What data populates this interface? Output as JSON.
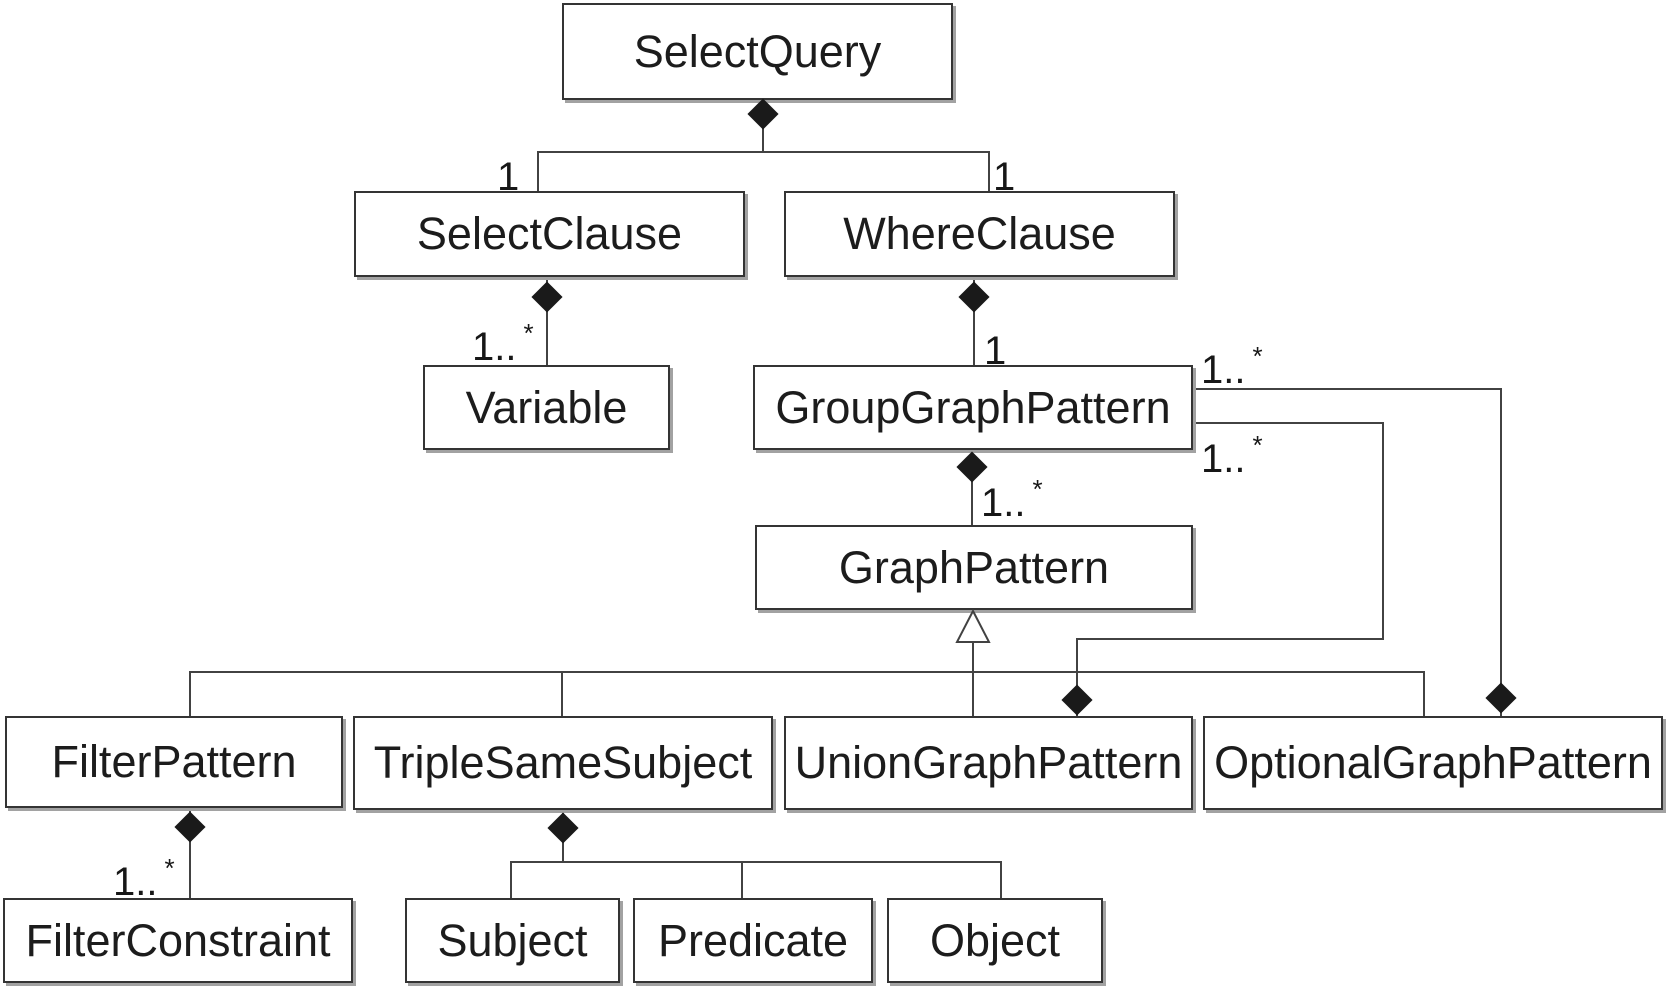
{
  "diagram_type": "uml-class-diagram",
  "classes": [
    {
      "id": "select-query",
      "label": "SelectQuery"
    },
    {
      "id": "select-clause",
      "label": "SelectClause"
    },
    {
      "id": "where-clause",
      "label": "WhereClause"
    },
    {
      "id": "variable",
      "label": "Variable"
    },
    {
      "id": "group-graph-pattern",
      "label": "GroupGraphPattern"
    },
    {
      "id": "graph-pattern",
      "label": "GraphPattern"
    },
    {
      "id": "filter-pattern",
      "label": "FilterPattern"
    },
    {
      "id": "triple-same-subject",
      "label": "TripleSameSubject"
    },
    {
      "id": "union-graph-pattern",
      "label": "UnionGraphPattern"
    },
    {
      "id": "optional-graph-pattern",
      "label": "OptionalGraphPattern"
    },
    {
      "id": "filter-constraint",
      "label": "FilterConstraint"
    },
    {
      "id": "subject",
      "label": "Subject"
    },
    {
      "id": "predicate",
      "label": "Predicate"
    },
    {
      "id": "object",
      "label": "Object"
    }
  ],
  "multiplicities": [
    {
      "of": "selectquery-selectclause",
      "base": "1",
      "sup": ""
    },
    {
      "of": "selectquery-whereclause",
      "base": "1",
      "sup": ""
    },
    {
      "of": "selectclause-variable",
      "base": "1..",
      "sup": "*"
    },
    {
      "of": "whereclause-groupgraphpattern",
      "base": "1",
      "sup": ""
    },
    {
      "of": "groupgraphpattern-graphpattern",
      "base": "1..",
      "sup": "*"
    },
    {
      "of": "optionalgraphpattern-groupgraphpattern",
      "base": "1..",
      "sup": "*"
    },
    {
      "of": "uniongraphpattern-groupgraphpattern",
      "base": "1..",
      "sup": "*"
    },
    {
      "of": "filterpattern-filterconstraint",
      "base": "1..",
      "sup": "*"
    }
  ],
  "relationships": [
    {
      "type": "composition",
      "whole": "SelectQuery",
      "part": "SelectClause",
      "multiplicity": "1"
    },
    {
      "type": "composition",
      "whole": "SelectQuery",
      "part": "WhereClause",
      "multiplicity": "1"
    },
    {
      "type": "composition",
      "whole": "SelectClause",
      "part": "Variable",
      "multiplicity": "1..*"
    },
    {
      "type": "composition",
      "whole": "WhereClause",
      "part": "GroupGraphPattern",
      "multiplicity": "1"
    },
    {
      "type": "composition",
      "whole": "GroupGraphPattern",
      "part": "GraphPattern",
      "multiplicity": "1..*"
    },
    {
      "type": "generalization",
      "parent": "GraphPattern",
      "children": [
        "FilterPattern",
        "TripleSameSubject",
        "UnionGraphPattern",
        "OptionalGraphPattern"
      ]
    },
    {
      "type": "composition",
      "whole": "UnionGraphPattern",
      "part": "GroupGraphPattern",
      "multiplicity": "1..*"
    },
    {
      "type": "composition",
      "whole": "OptionalGraphPattern",
      "part": "GroupGraphPattern",
      "multiplicity": "1..*"
    },
    {
      "type": "composition",
      "whole": "FilterPattern",
      "part": "FilterConstraint",
      "multiplicity": "1..*"
    },
    {
      "type": "composition",
      "whole": "TripleSameSubject",
      "part": "Subject"
    },
    {
      "type": "composition",
      "whole": "TripleSameSubject",
      "part": "Predicate"
    },
    {
      "type": "composition",
      "whole": "TripleSameSubject",
      "part": "Object"
    }
  ],
  "colors": {
    "background": "#ffffff",
    "line": "#424242",
    "box_border": "#343434",
    "box_shadow": "#a2a2a2",
    "diamond": "#1a1a1a",
    "text": "#1c1c1c"
  }
}
